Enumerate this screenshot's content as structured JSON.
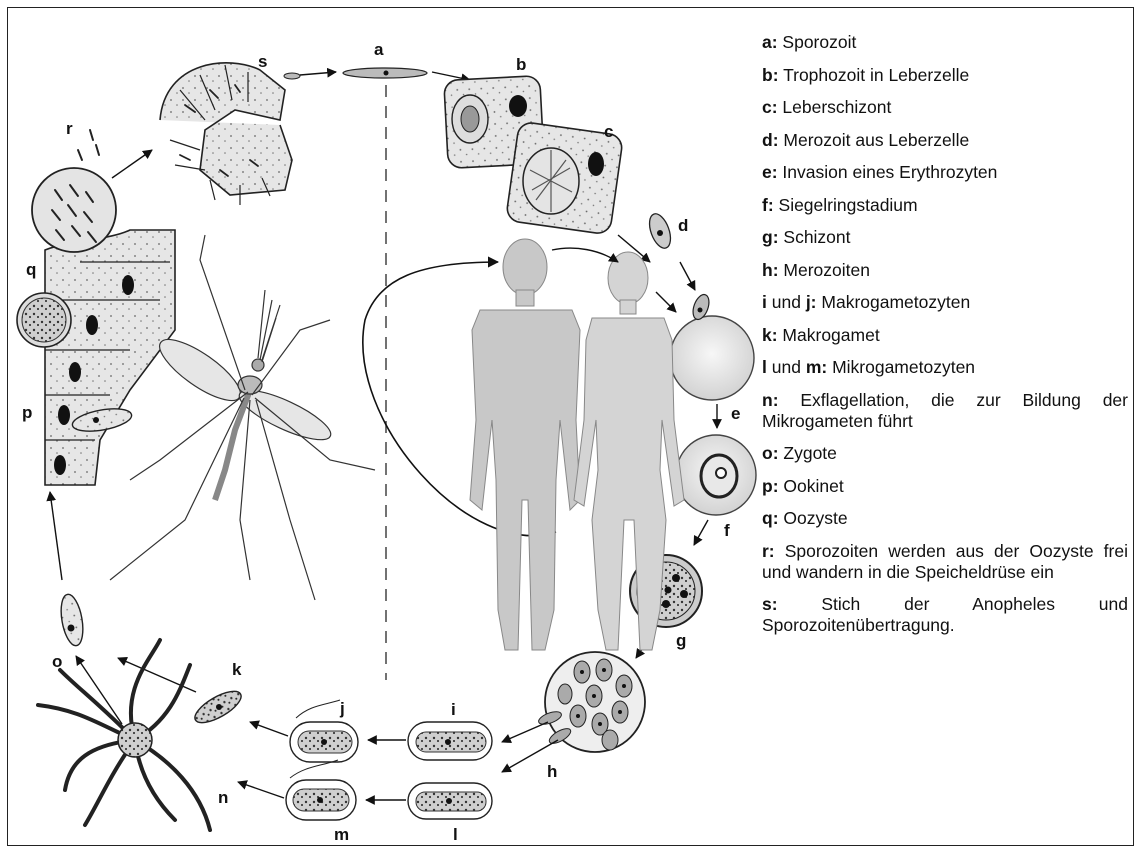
{
  "diagram": {
    "stage_labels": {
      "a": "a",
      "b": "b",
      "c": "c",
      "d": "d",
      "e": "e",
      "f": "f",
      "g": "g",
      "h": "h",
      "i": "i",
      "j": "j",
      "k": "k",
      "l": "l",
      "m": "m",
      "n": "n",
      "o": "o",
      "p": "p",
      "q": "q",
      "r": "r",
      "s": "s"
    }
  },
  "legend": [
    {
      "key": "a:",
      "text": " Sporozoit"
    },
    {
      "key": "b:",
      "text": " Trophozoit in Leberzelle"
    },
    {
      "key": "c:",
      "text": " Leberschizont"
    },
    {
      "key": "d:",
      "text": " Merozoit aus Leberzelle"
    },
    {
      "key": "e:",
      "text": " Invasion eines Erythrozyten"
    },
    {
      "key": "f:",
      "text": " Siegelringstadium"
    },
    {
      "key": "g:",
      "text": " Schizont"
    },
    {
      "key": "h:",
      "text": " Merozoiten"
    },
    {
      "key": "i",
      "text": " und ",
      "key2": "j:",
      "text2": " Makrogametozyten"
    },
    {
      "key": "k:",
      "text": " Makrogamet"
    },
    {
      "key": "l",
      "text": " und ",
      "key2": "m:",
      "text2": " Mikrogametozyten"
    },
    {
      "key": "n:",
      "text": " Exflagellation, die zur Bildung der Mikrogameten führt"
    },
    {
      "key": "o:",
      "text": " Zygote"
    },
    {
      "key": "p:",
      "text": " Ookinet"
    },
    {
      "key": "q:",
      "text": " Oozyste"
    },
    {
      "key": "r:",
      "text": " Sporozoiten werden aus der Oozyste frei und wandern in die Speicheldrüse ein"
    },
    {
      "key": "s:",
      "text": " Stich der Anopheles und Sporozoitenübertragung."
    }
  ]
}
